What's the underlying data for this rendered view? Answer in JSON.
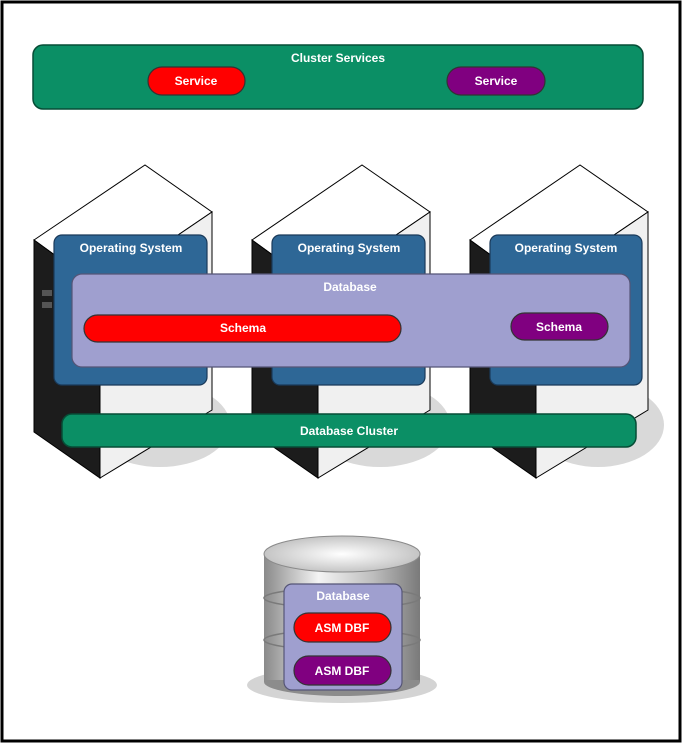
{
  "colors": {
    "cluster_green": "#0b8f65",
    "os_blue": "#2e6796",
    "database_lavender": "#9f9fcf",
    "red_accent": "#ff0000",
    "purple_accent": "#800080",
    "server_gray": "#e8e8e8"
  },
  "cluster_services": {
    "title": "Cluster Services",
    "services": [
      {
        "label": "Service",
        "color": "red"
      },
      {
        "label": "Service",
        "color": "purple"
      }
    ]
  },
  "servers": [
    {
      "os_label": "Operating System",
      "icon": "server-tower-icon"
    },
    {
      "os_label": "Operating System",
      "icon": "server-tower-icon"
    },
    {
      "os_label": "Operating System",
      "icon": "server-tower-icon"
    }
  ],
  "database": {
    "title": "Database",
    "schemas": [
      {
        "label": "Schema",
        "color": "red"
      },
      {
        "label": "Schema",
        "color": "purple"
      }
    ]
  },
  "database_cluster": {
    "label": "Database Cluster"
  },
  "storage": {
    "icon": "database-disk-icon",
    "title": "Database",
    "files": [
      {
        "label": "ASM DBF",
        "color": "red"
      },
      {
        "label": "ASM DBF",
        "color": "purple"
      }
    ]
  }
}
